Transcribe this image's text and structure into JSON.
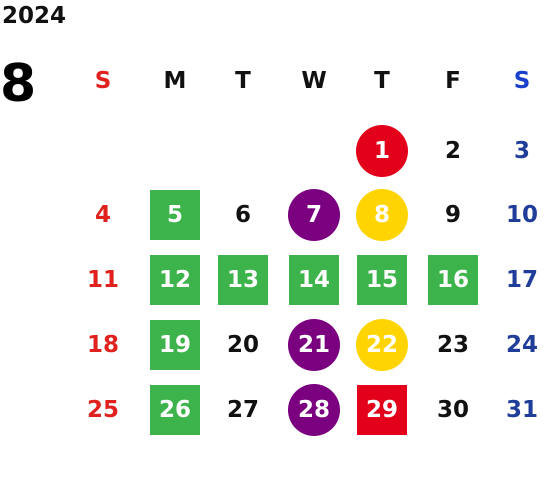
{
  "header": {
    "year": "2024",
    "month": "8"
  },
  "weekdays": [
    "S",
    "M",
    "T",
    "W",
    "T",
    "F",
    "S"
  ],
  "colors": {
    "sunday": "#e0221e",
    "saturday": "#1f3d99",
    "weekday": "#111111",
    "green": "#3cb44b",
    "purple": "#7a0080",
    "yellow": "#ffd400",
    "red": "#e2001a"
  },
  "weeks": [
    [
      {
        "day": "",
        "hl": ""
      },
      {
        "day": "",
        "hl": ""
      },
      {
        "day": "",
        "hl": ""
      },
      {
        "day": "",
        "hl": ""
      },
      {
        "day": "1",
        "hl": "red-circle"
      },
      {
        "day": "2",
        "hl": ""
      },
      {
        "day": "3",
        "hl": ""
      }
    ],
    [
      {
        "day": "4",
        "hl": ""
      },
      {
        "day": "5",
        "hl": "green-square"
      },
      {
        "day": "6",
        "hl": ""
      },
      {
        "day": "7",
        "hl": "purple-circle"
      },
      {
        "day": "8",
        "hl": "yellow-circle"
      },
      {
        "day": "9",
        "hl": ""
      },
      {
        "day": "10",
        "hl": ""
      }
    ],
    [
      {
        "day": "11",
        "hl": ""
      },
      {
        "day": "12",
        "hl": "green-square"
      },
      {
        "day": "13",
        "hl": "green-square"
      },
      {
        "day": "14",
        "hl": "green-square"
      },
      {
        "day": "15",
        "hl": "green-square"
      },
      {
        "day": "16",
        "hl": "green-square"
      },
      {
        "day": "17",
        "hl": ""
      }
    ],
    [
      {
        "day": "18",
        "hl": ""
      },
      {
        "day": "19",
        "hl": "green-square"
      },
      {
        "day": "20",
        "hl": ""
      },
      {
        "day": "21",
        "hl": "purple-circle"
      },
      {
        "day": "22",
        "hl": "yellow-circle"
      },
      {
        "day": "23",
        "hl": ""
      },
      {
        "day": "24",
        "hl": ""
      }
    ],
    [
      {
        "day": "25",
        "hl": ""
      },
      {
        "day": "26",
        "hl": "green-square"
      },
      {
        "day": "27",
        "hl": ""
      },
      {
        "day": "28",
        "hl": "purple-circle"
      },
      {
        "day": "29",
        "hl": "red-square"
      },
      {
        "day": "30",
        "hl": ""
      },
      {
        "day": "31",
        "hl": ""
      }
    ]
  ]
}
